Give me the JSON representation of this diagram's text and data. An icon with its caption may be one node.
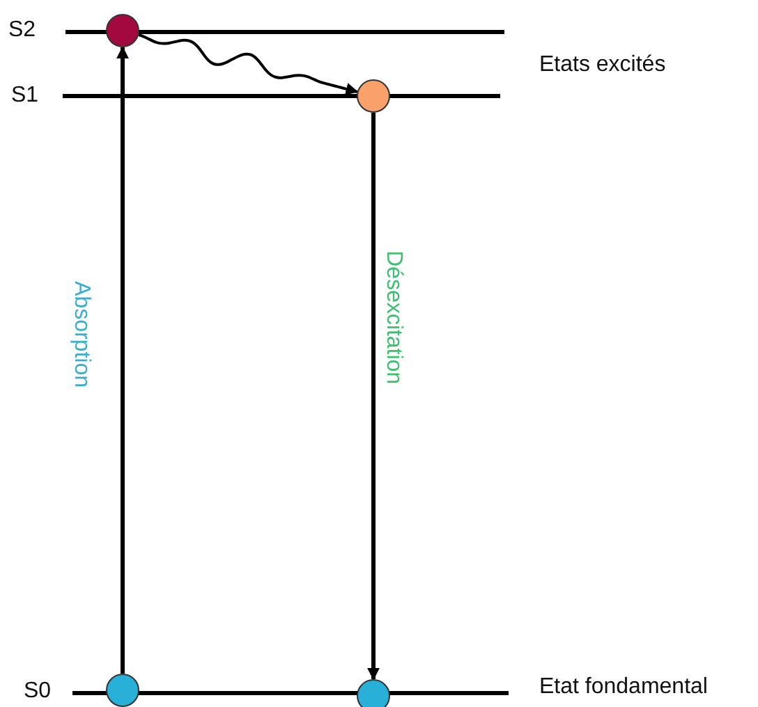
{
  "diagram": {
    "nodes": [
      {
        "text": [],
        "shape": "circle"
      },
      {
        "text": [],
        "shape": "circle"
      },
      {
        "text": [],
        "shape": "circle"
      },
      {
        "text": [],
        "shape": "circle"
      }
    ],
    "edges": [
      {
        "from": 2,
        "to": 0,
        "arrow": "to",
        "label": "Absorption"
      },
      {
        "from": 0,
        "to": 1,
        "arrow": "to"
      },
      {
        "from": 1,
        "to": 3,
        "arrow": "to",
        "label": "Désexcitation"
      }
    ],
    "labels": [
      "S2",
      "Etats excités",
      "S1",
      "S0",
      "Etat fondamental"
    ]
  }
}
